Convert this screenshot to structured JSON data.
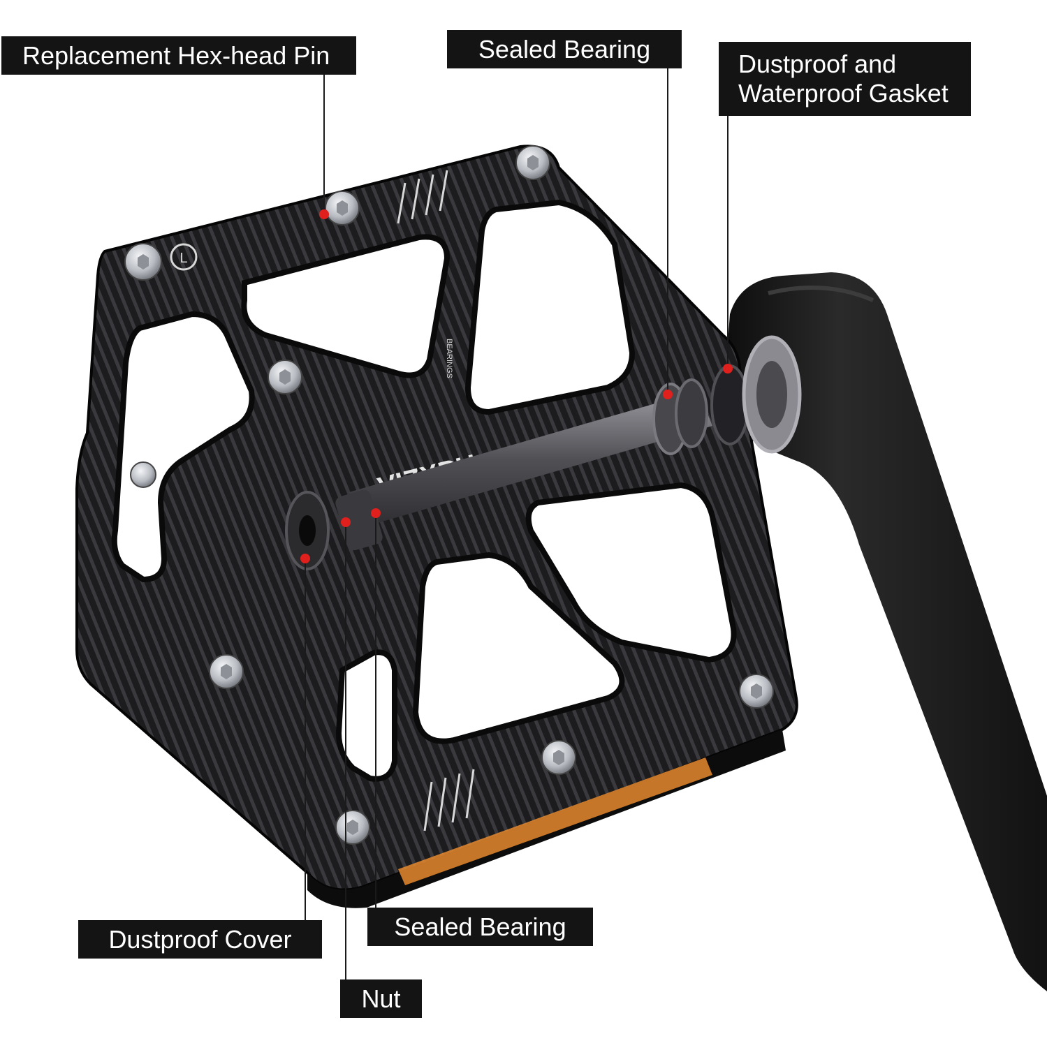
{
  "callouts": {
    "replacement_pin": "Replacement Hex-head Pin",
    "sealed_bearing_top": "Sealed Bearing",
    "gasket": "Dustproof and\nWaterproof Gasket",
    "dustproof_cover": "Dustproof Cover",
    "sealed_bearing_bottom": "Sealed Bearing",
    "nut": "Nut"
  },
  "pedal_markings": {
    "brand": "VIZXPU",
    "side": "L",
    "spindle_text": "BEARINGS"
  },
  "colors": {
    "label_bg": "#141414",
    "label_text": "#ffffff",
    "pedal_body": "#1c1c1e",
    "pedal_highlight": "#4a4a4e",
    "crank_arm": "#161616",
    "marker": "#e0201c",
    "pin_metal": "#c9ccd1",
    "axle_metal": "#6e6e72",
    "reflector": "#e8892e"
  }
}
